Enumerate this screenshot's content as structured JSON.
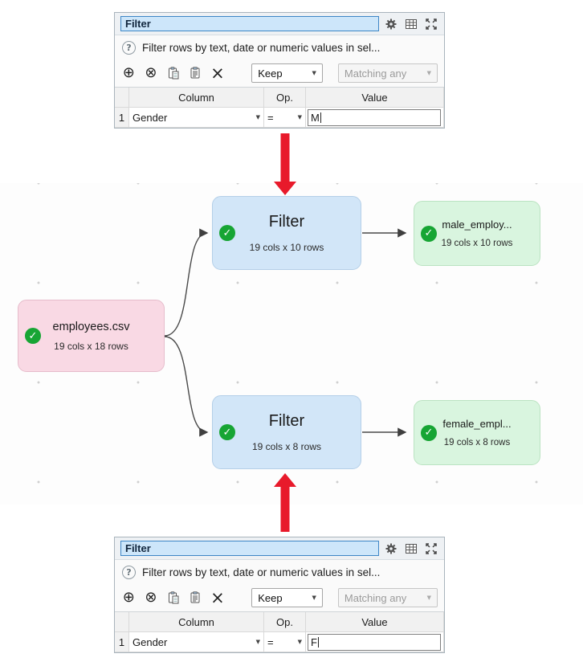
{
  "panels": [
    {
      "title": "Filter",
      "help": "Filter rows by text, date or numeric values in sel...",
      "keep": "Keep",
      "matching": "Matching any",
      "headers": {
        "column": "Column",
        "op": "Op.",
        "value": "Value"
      },
      "row": {
        "num": "1",
        "column": "Gender",
        "op": "=",
        "value": "M"
      }
    },
    {
      "title": "Filter",
      "help": "Filter rows by text, date or numeric values in sel...",
      "keep": "Keep",
      "matching": "Matching any",
      "headers": {
        "column": "Column",
        "op": "Op.",
        "value": "Value"
      },
      "row": {
        "num": "1",
        "column": "Gender",
        "op": "=",
        "value": "F"
      }
    }
  ],
  "nodes": {
    "source": {
      "label": "employees.csv",
      "meta": "19 cols x 18 rows"
    },
    "filter_top": {
      "label": "Filter",
      "meta": "19 cols x 10 rows"
    },
    "male": {
      "label": "male_employ...",
      "meta": "19 cols x 10 rows"
    },
    "filter_bottom": {
      "label": "Filter",
      "meta": "19 cols x 8 rows"
    },
    "female": {
      "label": "female_empl...",
      "meta": "19 cols x 8 rows"
    }
  },
  "icons": {
    "check": "✓",
    "add": "⊕",
    "remove": "⊗",
    "delete": "×",
    "dropdown": "▼",
    "help": "?"
  },
  "colors": {
    "source_node": "#f9d9e4",
    "transform_node": "#d2e6f8",
    "output_node": "#d9f5df",
    "check_green": "#17a534",
    "annotation_arrow_red": "#e81a2b",
    "name_field_highlight": "#cde6fa"
  }
}
